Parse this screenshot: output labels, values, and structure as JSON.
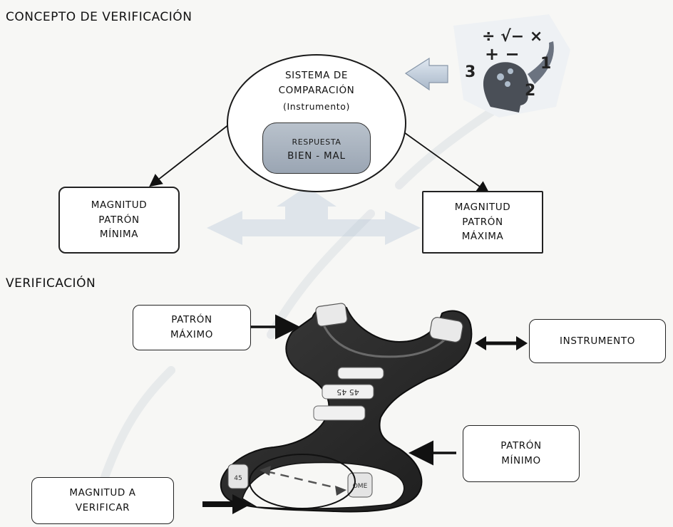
{
  "headings": {
    "concept": "CONCEPTO DE VERIFICACIÓN",
    "verification": "VERIFICACIÓN"
  },
  "system": {
    "line1": "SISTEMA DE",
    "line2": "COMPARACIÓN",
    "line3": "(Instrumento)",
    "response_line1": "RESPUESTA",
    "response_line2": "BIEN - MAL"
  },
  "concept_boxes": {
    "min": [
      "MAGNITUD",
      "PATRÓN",
      "MÍNIMA"
    ],
    "max": [
      "MAGNITUD",
      "PATRÓN",
      "MÁXIMA"
    ]
  },
  "brain_icon": {
    "symbols_top": "÷ √− ×",
    "symbols_mid": "+ −",
    "num_left": "3",
    "num_right": "1",
    "num_bottom": "2"
  },
  "gauge": {
    "label_center": "45 45",
    "label_left": "45",
    "label_right": "OME"
  },
  "verification_boxes": {
    "pattern_max": [
      "PATRÓN",
      "MÁXIMO"
    ],
    "instrument": [
      "INSTRUMENTO"
    ],
    "pattern_min": [
      "PATRÓN",
      "MÍNIMO"
    ],
    "magnitude": [
      "MAGNITUD A",
      "VERIFICAR"
    ]
  },
  "colors": {
    "gauge_body": "#2b2b2b",
    "response_fill": "#a9b3bf",
    "watermark_arrow": "#d6dde6",
    "input_arrow": "#c8d4e2"
  }
}
